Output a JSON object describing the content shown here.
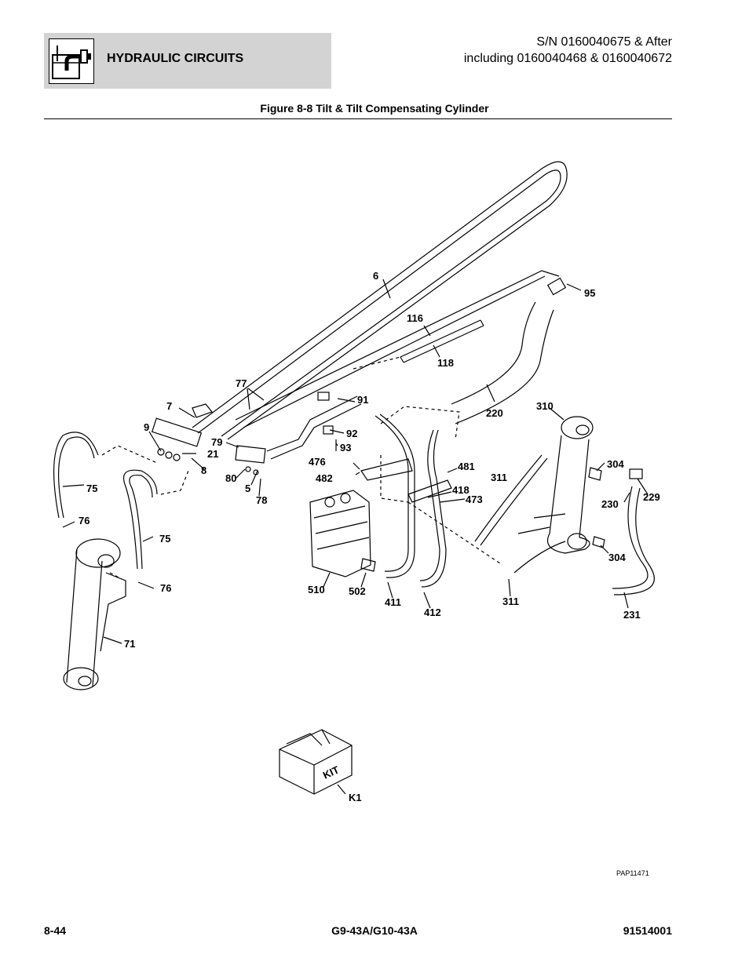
{
  "header": {
    "section_title": "HYDRAULIC CIRCUITS",
    "section_icon": "hydraulic-circuit-icon",
    "serial_line1": "S/N 0160040675 & After",
    "serial_line2": "including 0160040468 & 0160040672",
    "header_bg": "#d3d3d3"
  },
  "figure": {
    "title": "Figure 8-8 Tilt & Tilt Compensating Cylinder",
    "drawing_id": "PAP11471",
    "kit_label": "KIT",
    "callouts": {
      "c6": "6",
      "c95": "95",
      "c116": "116",
      "c118": "118",
      "c77": "77",
      "c91": "91",
      "c7": "7",
      "c9": "9",
      "c21": "21",
      "c8": "8",
      "c79": "79",
      "c92": "92",
      "c93": "93",
      "c80": "80",
      "c5": "5",
      "c78": "78",
      "c476": "476",
      "c482": "482",
      "c481": "481",
      "c418": "418",
      "c473": "473",
      "c220": "220",
      "c310": "310",
      "c311a": "311",
      "c304a": "304",
      "c229": "229",
      "c230": "230",
      "c75a": "75",
      "c76a": "76",
      "c75b": "75",
      "c76b": "76",
      "c71": "71",
      "c510": "510",
      "c502": "502",
      "c411": "411",
      "c412": "412",
      "c311b": "311",
      "c304b": "304",
      "c231": "231",
      "cK1": "K1"
    }
  },
  "footer": {
    "page_number": "8-44",
    "model": "G9-43A/G10-43A",
    "part_number": "91514001"
  }
}
